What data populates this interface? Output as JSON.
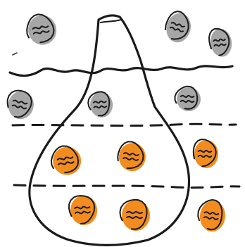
{
  "colors": {
    "background": "#ffffff",
    "ink": "#1a1a1a",
    "gray_fill": "#a6a6a6",
    "orange_fill": "#f28c1e"
  },
  "illustration": {
    "icon": "iceberg-icon",
    "bubble_icon": "squiggle-bubble-icon",
    "bubbles": [
      {
        "group": "above-sky",
        "color": "gray"
      },
      {
        "group": "above-sky",
        "color": "gray"
      },
      {
        "group": "above-sky",
        "color": "gray"
      },
      {
        "group": "below-water",
        "color": "gray"
      },
      {
        "group": "below-water",
        "color": "gray"
      },
      {
        "group": "below-water",
        "color": "gray"
      },
      {
        "group": "deep-layer-1",
        "color": "orange"
      },
      {
        "group": "deep-layer-1",
        "color": "orange"
      },
      {
        "group": "deep-layer-1",
        "color": "orange"
      },
      {
        "group": "deep-layer-2",
        "color": "orange"
      },
      {
        "group": "deep-layer-2",
        "color": "orange"
      },
      {
        "group": "deep-layer-2",
        "color": "orange"
      }
    ]
  }
}
